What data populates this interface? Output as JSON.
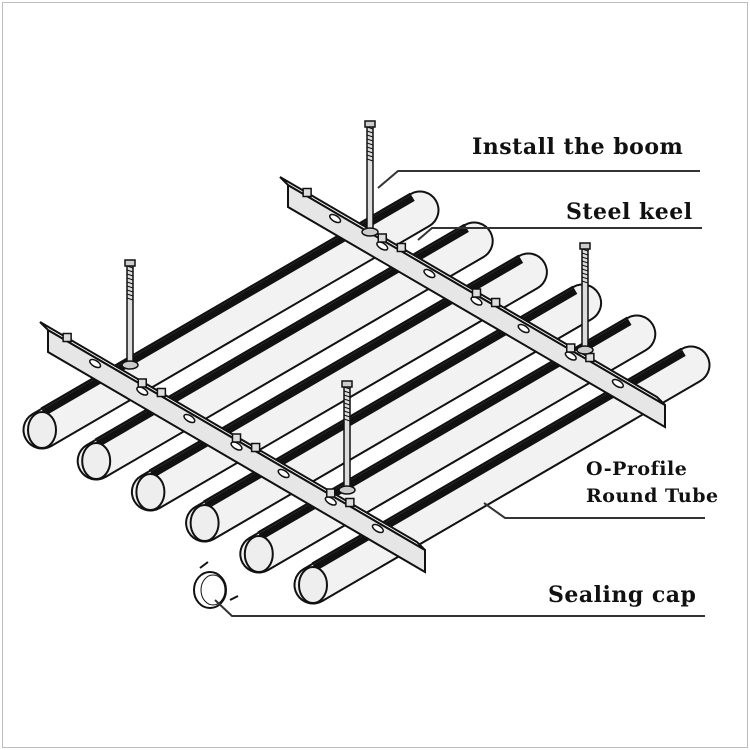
{
  "labels": {
    "boom": "Install the boom",
    "keel": "Steel keel",
    "tube_line1": "O-Profile",
    "tube_line2": "Round Tube",
    "cap": "Sealing cap"
  },
  "colors": {
    "ink": "#111111",
    "tube_fill": "#f2f2f2",
    "keel_fill": "#e6e6e6"
  }
}
